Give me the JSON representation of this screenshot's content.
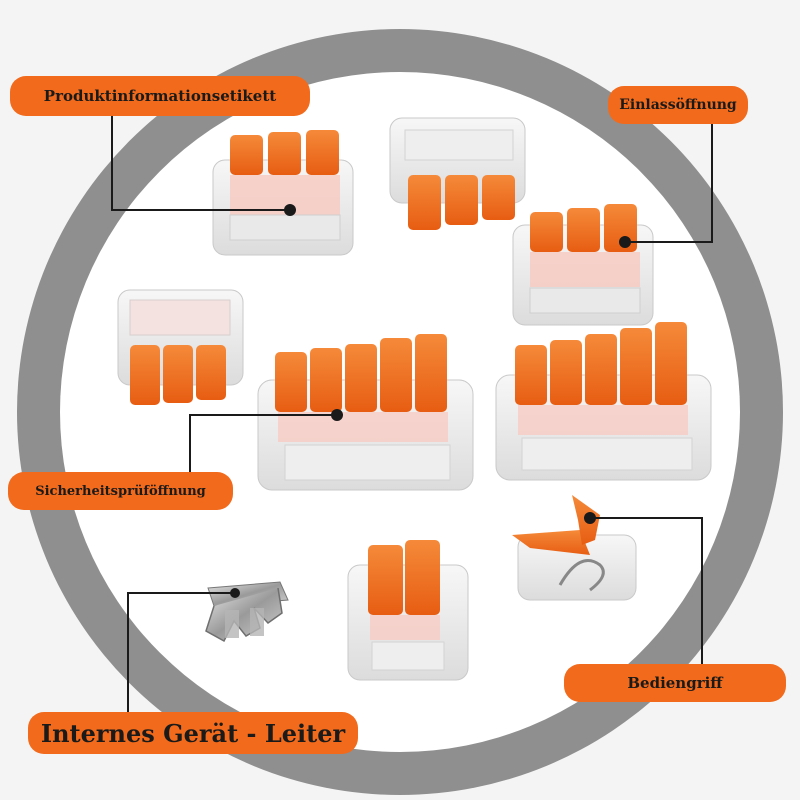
{
  "labels": {
    "product_info": "Produktinformationsetikett",
    "inlet": "Einlassöffnung",
    "safety_check": "Sicherheitsprüföffnung",
    "operating_handle": "Bediengriff",
    "internal_conductor": "Internes Gerät - Leiter"
  },
  "colors": {
    "accent_orange": "#f26a1b",
    "ring_gray": "#8f8f8f",
    "background": "#f4f4f4",
    "disc_white": "#ffffff",
    "leader_line": "#1a1a1a"
  }
}
